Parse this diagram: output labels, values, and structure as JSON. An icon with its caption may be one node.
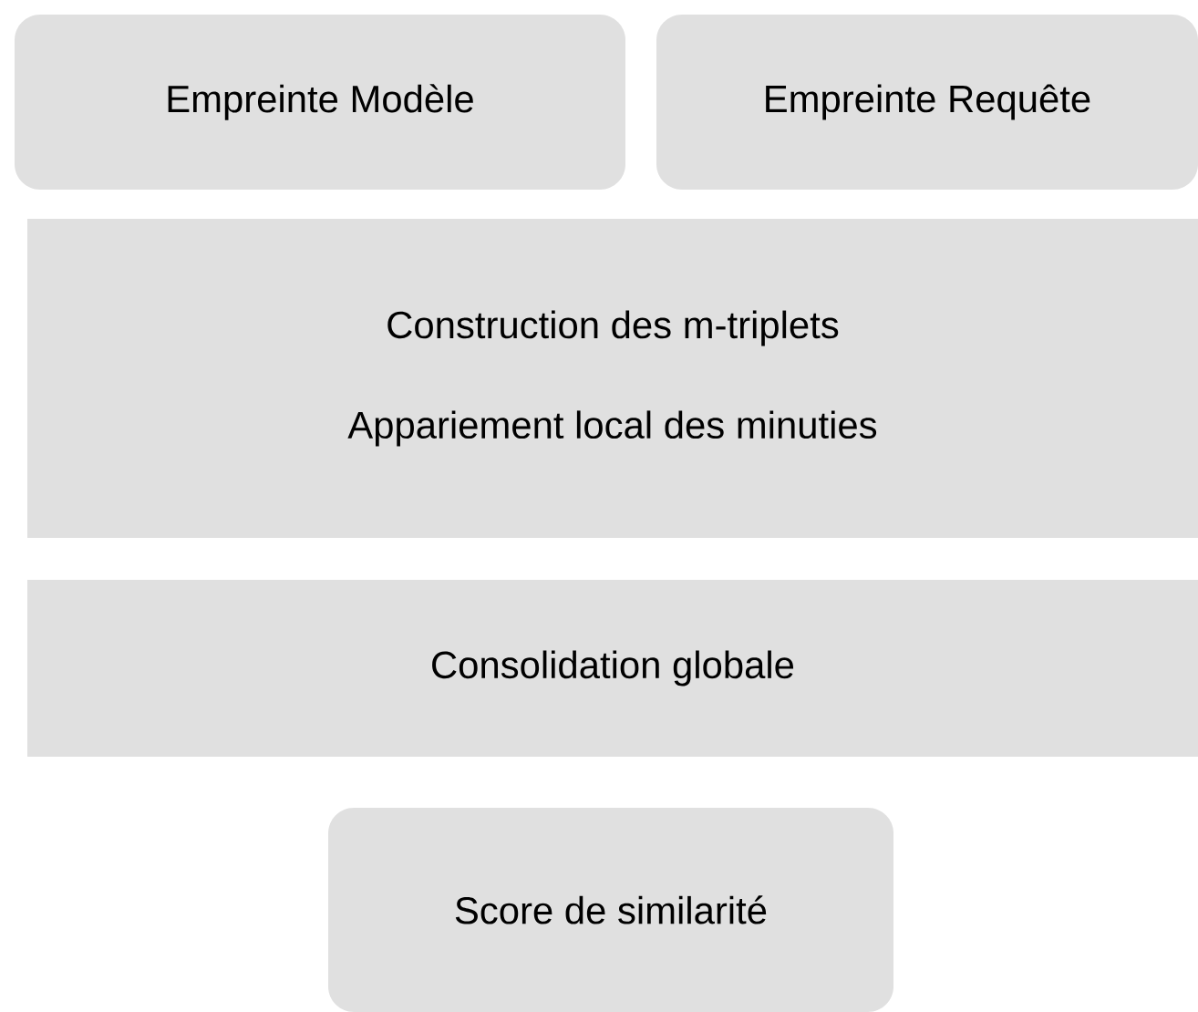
{
  "diagram": {
    "nodes": [
      {
        "text": [
          "Empreinte Modèle"
        ]
      },
      {
        "text": [
          "Empreinte Requête"
        ]
      },
      {
        "text": [
          "Construction des m-triplets",
          "Appariement local des minuties"
        ]
      },
      {
        "text": [
          "Consolidation globale"
        ]
      },
      {
        "text": [
          "Score de similarité"
        ]
      }
    ]
  }
}
